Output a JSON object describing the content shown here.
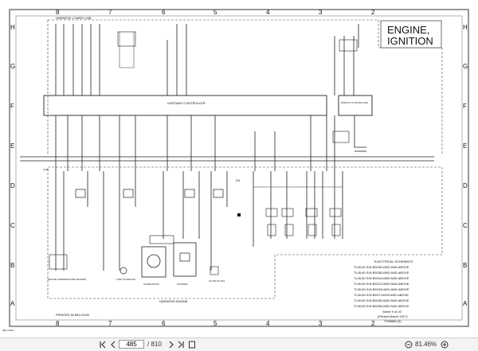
{
  "document": {
    "page_footer": "485 of 810",
    "title_line1": "ENGINE,",
    "title_line2": "IGNITION",
    "harness_top": "HARNESS LOWER CAB",
    "harness_bottom": "HARNESS ENGINE",
    "gateway": "GATEWAY CONTROLLER",
    "display": "DISPLAY CONTROLLER",
    "connector": "C220",
    "marker_d4": "D4",
    "printed": "PRINTED IN BELGIUM",
    "info_block": {
      "heading": "ELECTRICAL SCHEMATIC",
      "lines": [
        "TL26.60 S/N B3GB14000 AND ABOVE",
        "TL26.60 S/N B3GB14000 AND ABOVE",
        "TL26.60 S/N B3GA14000  AND ABOVE",
        "TL30.60 S/N B3GC14000 AND ABOVE",
        "TL30.60 S/N B3GD14000 AND ABOVE",
        "TL30.60 S/N B3G714000 AND ABOVE",
        "TL30.60 S/N B3GB14000 AND ABOVE",
        "TL30.60 S/N B3GB14000 AND ABOVE"
      ],
      "sheet": "Sheet 9 of 20",
      "printed_date": "(Printed March 2017)",
      "part_number": "7296586 (0)"
    },
    "component_labels": {
      "engine_temp": "ENGINE TEMPERATURE SENDER",
      "fuel_solenoid": "FUEL SOLENOID",
      "alternator": "ALTERNATOR",
      "starter": "STARTER",
      "glow_plugs": "GLOW PLUGS"
    },
    "grid_columns_top": [
      "8",
      "7",
      "6",
      "5",
      "4",
      "3",
      "2"
    ],
    "grid_columns_bottom": [
      "8",
      "7",
      "6",
      "5",
      "4",
      "3",
      "2"
    ],
    "grid_rows_left": [
      "H",
      "G",
      "F",
      "E",
      "D",
      "C",
      "B",
      "A"
    ],
    "grid_rows_right": [
      "H",
      "G",
      "F",
      "E",
      "D",
      "C",
      "B",
      "A"
    ]
  },
  "toolbar": {
    "current_page": "485",
    "total_pages": "/ 810",
    "zoom": "81.46%"
  },
  "colors": {
    "toolbar_bg": "#f3f3f3",
    "ink": "#222222"
  }
}
